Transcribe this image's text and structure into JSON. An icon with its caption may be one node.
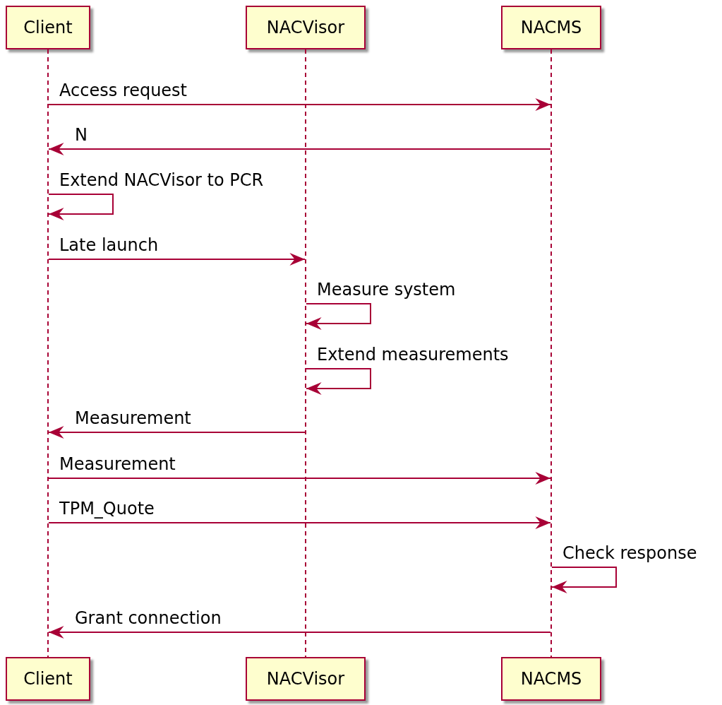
{
  "diagram": {
    "nodes": [
      {
        "text": [
          "Client"
        ]
      },
      {
        "text": [
          "NACVisor"
        ]
      },
      {
        "text": [
          "NACMS"
        ]
      },
      {
        "text": [],
        "shape": "line"
      },
      {
        "text": [],
        "shape": "line"
      },
      {
        "text": [],
        "shape": "line"
      },
      {
        "text": [
          "Client"
        ]
      },
      {
        "text": [
          "NACVisor"
        ]
      },
      {
        "text": [
          "NACMS"
        ]
      }
    ],
    "edges": [
      {
        "from": 3,
        "to": 5,
        "arrow": "to",
        "label": "Access request"
      },
      {
        "from": 5,
        "to": 3,
        "arrow": "to",
        "label": "N"
      },
      {
        "from": 3,
        "to": 3,
        "arrow": "to",
        "label": "Extend NACVisor to PCR"
      },
      {
        "from": 3,
        "to": 4,
        "arrow": "to",
        "label": "Late launch"
      },
      {
        "from": 4,
        "to": 4,
        "arrow": "to",
        "label": "Measure system"
      },
      {
        "from": 4,
        "to": 4,
        "arrow": "to",
        "label": "Extend measurements"
      },
      {
        "from": 4,
        "to": 3,
        "arrow": "to",
        "label": "Measurement"
      },
      {
        "from": 3,
        "to": 5,
        "arrow": "to",
        "label": "Measurement"
      },
      {
        "from": 3,
        "to": 5,
        "arrow": "to",
        "label": "TPM_Quote"
      },
      {
        "from": 5,
        "to": 5,
        "arrow": "to",
        "label": "Check response"
      },
      {
        "from": 5,
        "to": 3,
        "arrow": "to",
        "label": "Grant connection"
      }
    ]
  }
}
